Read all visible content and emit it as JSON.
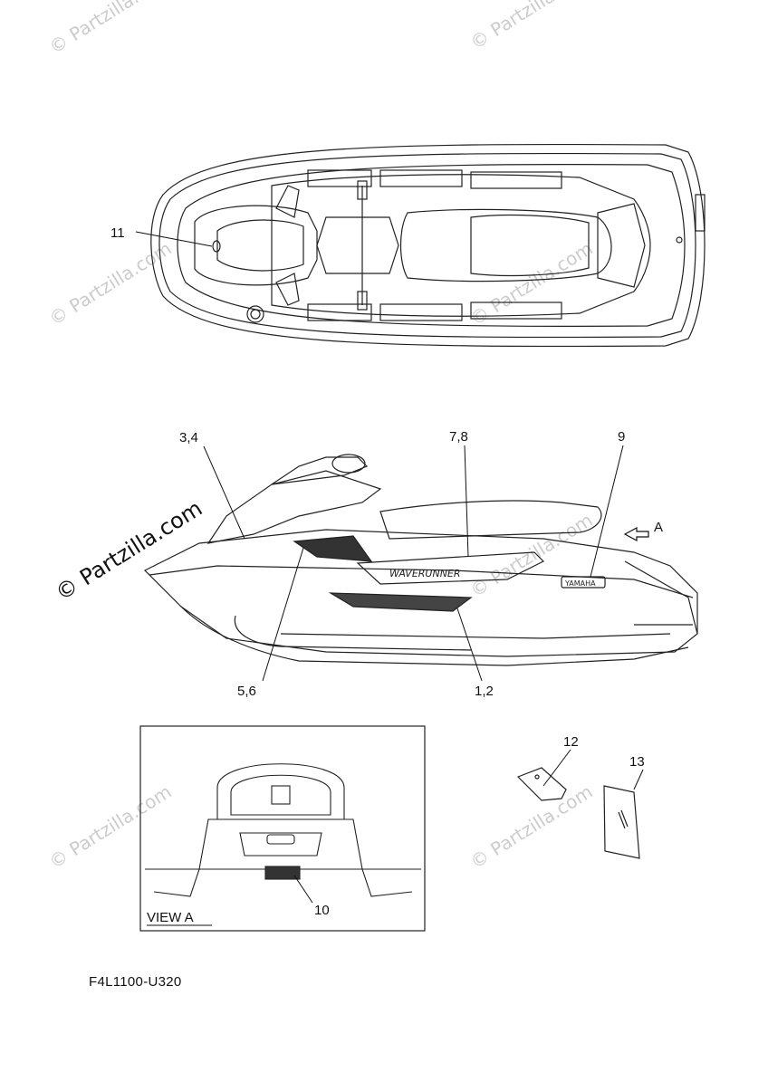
{
  "watermark": {
    "text": "© Partzilla.com"
  },
  "callouts": {
    "c11": "11",
    "c34": "3,4",
    "c78": "7,8",
    "c9": "9",
    "cA": "A",
    "c56": "5,6",
    "c12": "1,2",
    "c10": "10",
    "c12b": "12",
    "c13": "13"
  },
  "view_label": "VIEW A",
  "decal_texts": {
    "waverunner": "WAVERUNNER",
    "yamaha": "YAMAHA"
  },
  "diagram_code": "F4L1100-U320"
}
